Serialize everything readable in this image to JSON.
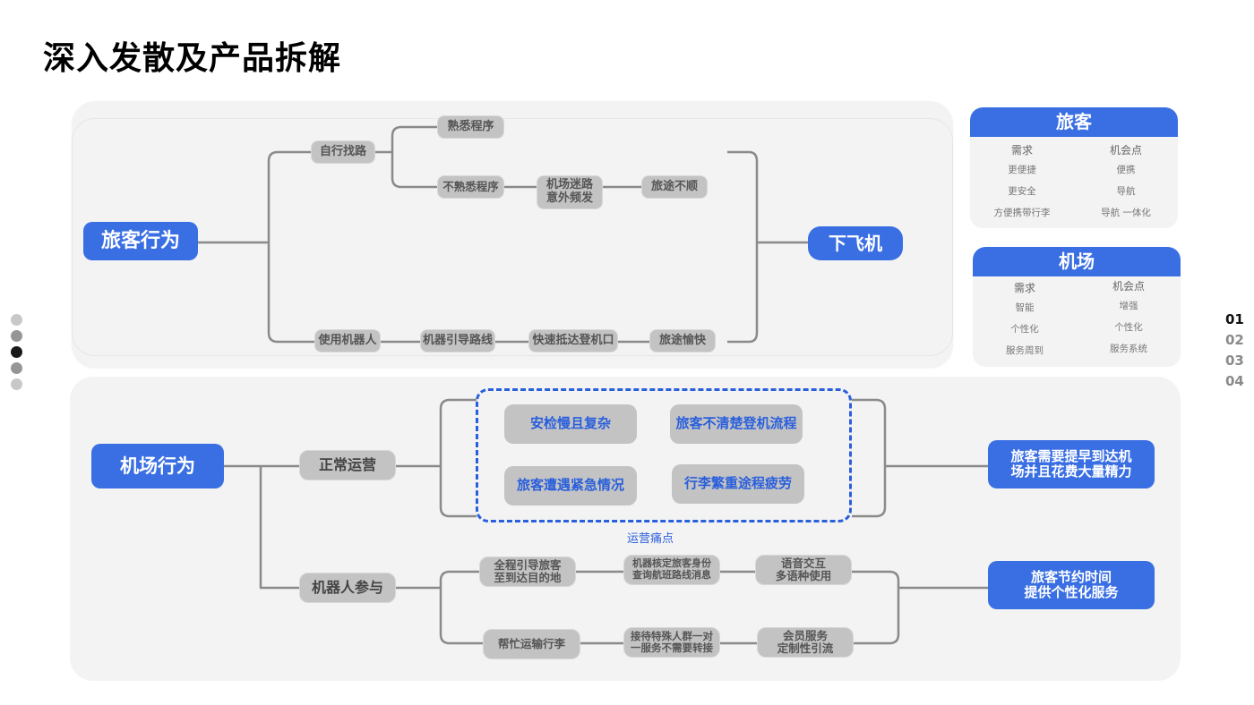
{
  "title": "深入发散及产品拆解",
  "passenger_map": {
    "root": "旅客行为",
    "target": "下飞机",
    "branch_self": "自行找路",
    "familiar": "熟悉程序",
    "unfamiliar": "不熟悉程序",
    "lost": "机场迷路\n意外频发",
    "bad_trip": "旅途不顺",
    "branch_robot": "使用机器人",
    "robot_route": "机器引导路线",
    "fast_gate": "快速抵达登机口",
    "good_trip": "旅途愉快"
  },
  "airport_map": {
    "root": "机场行为",
    "branch_normal": "正常运营",
    "branch_robot": "机器人参与",
    "pain_points_label": "运营痛点",
    "pain_points": [
      "安检慢且复杂",
      "旅客不清楚登机流程",
      "旅客遭遇紧急情况",
      "行李繁重途程疲劳"
    ],
    "result_normal": "旅客需要提早到达机\n场并且花费大量精力",
    "result_robot": "旅客节约时间\n提供个性化服务",
    "robot_top": [
      "全程引导旅客\n至到达目的地",
      "机器核定旅客身份\n查询航班路线消息",
      "语音交互\n多语种使用"
    ],
    "robot_bottom": [
      "帮忙运输行李",
      "接待特殊人群一对\n一服务不需要转接",
      "会员服务\n定制性引流"
    ]
  },
  "cards": {
    "passenger": {
      "title": "旅客",
      "needs_header": "需求",
      "needs": [
        "更便捷",
        "更安全",
        "方便携带行李"
      ],
      "opps_header": "机会点",
      "opps": [
        "便携",
        "导航",
        "导航 一体化"
      ]
    },
    "airport": {
      "title": "机场",
      "needs_header": "需求",
      "needs": [
        "智能",
        "个性化",
        "服务周到"
      ],
      "opps_header": "机会点",
      "opps": [
        "增强",
        "个性化",
        "服务系统"
      ]
    }
  },
  "pager": [
    "01",
    "02",
    "03",
    "04"
  ],
  "pager_active": "01",
  "colors": {
    "accent": "#3a6fe3",
    "pain": "#2a5fdc",
    "node_gray": "#c3c3c3",
    "line": "#8a8a8a"
  }
}
